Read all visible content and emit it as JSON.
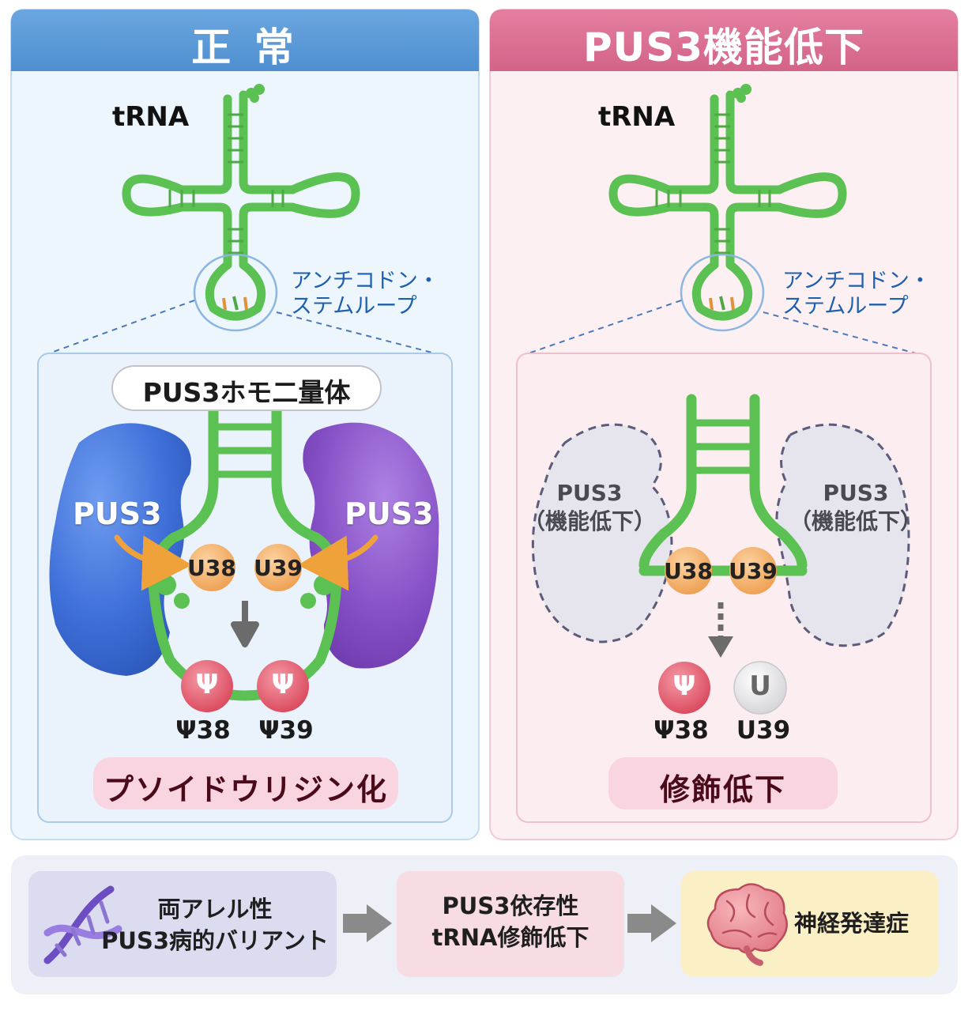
{
  "normal_panel": {
    "title": "正 常",
    "trna_label": "tRNA",
    "loop_label": [
      "アンチコドン・",
      "ステムループ"
    ],
    "complex_label": "PUS3ホモ二量体",
    "enzyme_left": "PUS3",
    "enzyme_right": "PUS3",
    "substrates": [
      "U38",
      "U39"
    ],
    "products": [
      {
        "glyph": "Ψ",
        "label": "Ψ38"
      },
      {
        "glyph": "Ψ",
        "label": "Ψ39"
      }
    ],
    "result": "プソイドウリジン化"
  },
  "deficient_panel": {
    "title": "PUS3機能低下",
    "trna_label": "tRNA",
    "loop_label": [
      "アンチコドン・",
      "ステムループ"
    ],
    "enzyme_left": [
      "PUS3",
      "（機能低下）"
    ],
    "enzyme_right": [
      "PUS3",
      "（機能低下）"
    ],
    "substrates": [
      "U38",
      "U39"
    ],
    "products": [
      {
        "glyph": "Ψ",
        "label": "Ψ38"
      },
      {
        "glyph": "U",
        "label": "U39"
      }
    ],
    "result": "修飾低下"
  },
  "pathway": {
    "steps": [
      [
        "両アレル性",
        "PUS3病的バリアント"
      ],
      [
        "PUS3依存性",
        "tRNA修飾低下"
      ],
      [
        "神経発達症"
      ]
    ]
  },
  "colors": {
    "normal_header": "#5b9bd8",
    "deficient_header": "#dc6f93",
    "rna_green": "#5cc153",
    "pus3_blue": "#3c6fd6",
    "pus3_purple": "#8a54c7",
    "nucleotide_orange": "#f2ad62",
    "psi_red": "#e25b6c",
    "arrow_orange": "#f0a23a"
  },
  "icons": [
    "dna-icon",
    "brain-icon"
  ]
}
